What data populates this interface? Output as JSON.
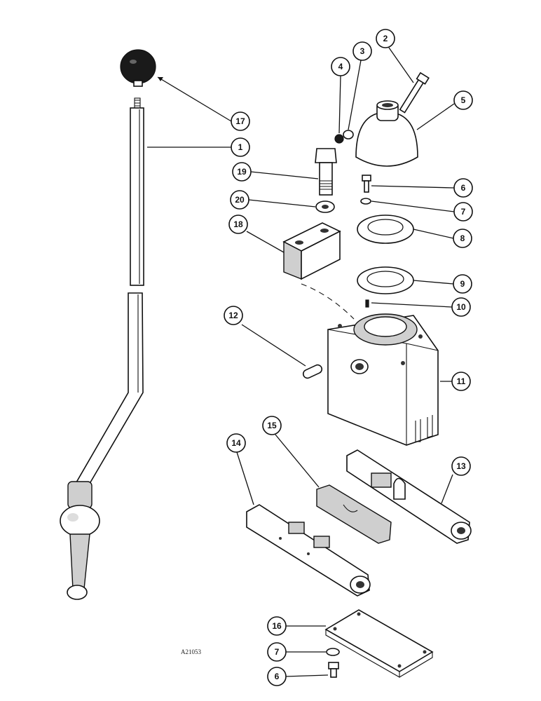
{
  "drawing_ref": "A21053",
  "callouts": [
    {
      "id": "c17",
      "label": "17"
    },
    {
      "id": "c1",
      "label": "1"
    },
    {
      "id": "c2",
      "label": "2"
    },
    {
      "id": "c3",
      "label": "3"
    },
    {
      "id": "c4",
      "label": "4"
    },
    {
      "id": "c5",
      "label": "5"
    },
    {
      "id": "c19",
      "label": "19"
    },
    {
      "id": "c6a",
      "label": "6"
    },
    {
      "id": "c20",
      "label": "20"
    },
    {
      "id": "c7a",
      "label": "7"
    },
    {
      "id": "c18",
      "label": "18"
    },
    {
      "id": "c8",
      "label": "8"
    },
    {
      "id": "c9",
      "label": "9"
    },
    {
      "id": "c10",
      "label": "10"
    },
    {
      "id": "c12",
      "label": "12"
    },
    {
      "id": "c11",
      "label": "11"
    },
    {
      "id": "c15",
      "label": "15"
    },
    {
      "id": "c14",
      "label": "14"
    },
    {
      "id": "c13",
      "label": "13"
    },
    {
      "id": "c16",
      "label": "16"
    },
    {
      "id": "c7b",
      "label": "7"
    },
    {
      "id": "c6b",
      "label": "6"
    }
  ]
}
